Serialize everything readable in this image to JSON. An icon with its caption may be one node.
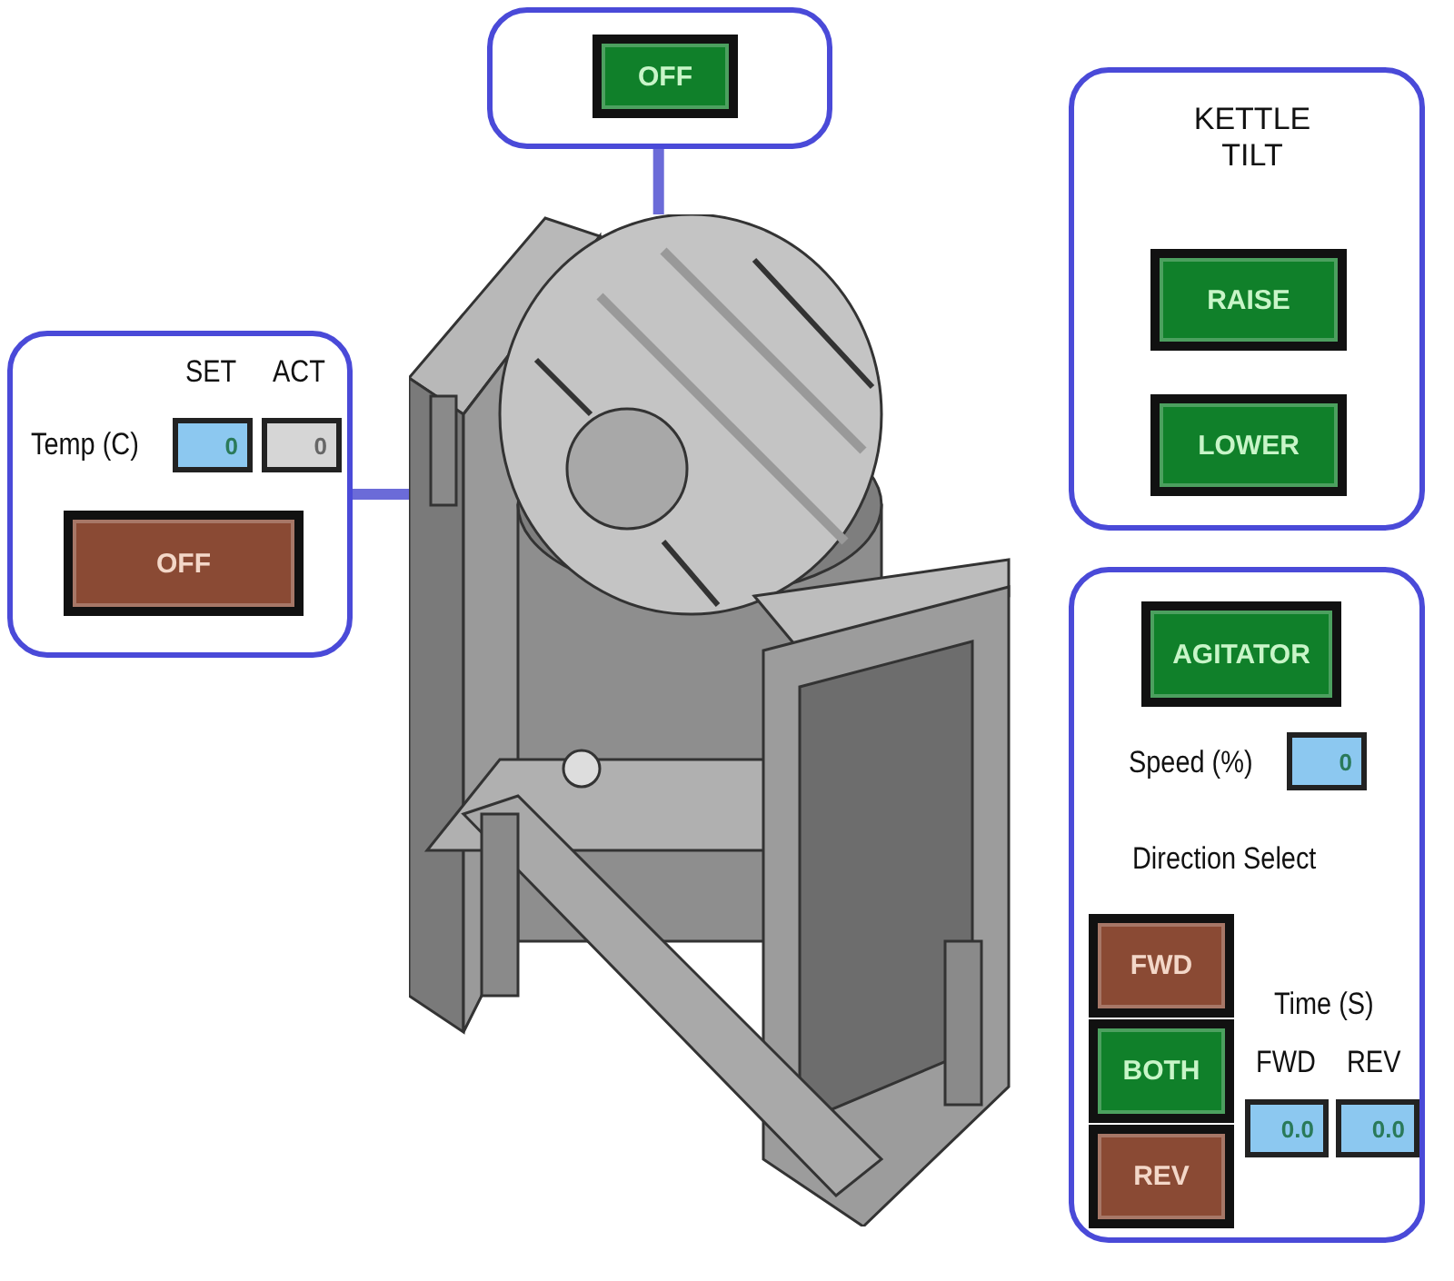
{
  "diagram": {
    "nodes": [
      {
        "text": [],
        "shape": "box"
      },
      {
        "text": [
          "OFF"
        ],
        "in": 0
      },
      {
        "text": [
          "SET",
          "ACT",
          "Temp (C)"
        ]
      },
      {
        "text": [
          "0"
        ],
        "in": 2
      },
      {
        "text": [
          "0"
        ],
        "in": 2
      },
      {
        "text": [
          "OFF"
        ],
        "in": 2
      },
      {
        "text": [
          "KETTLE TILT"
        ]
      },
      {
        "text": [
          "RAISE"
        ],
        "in": 6
      },
      {
        "text": [
          "LOWER"
        ],
        "in": 6
      },
      {
        "text": [
          "Speed (%)",
          "Direction Select",
          "Time (S)",
          "FWD",
          "REV"
        ]
      },
      {
        "text": [
          "AGITATOR"
        ],
        "in": 9
      },
      {
        "text": [
          "0"
        ],
        "in": 9
      },
      {
        "text": [
          "FWD"
        ],
        "in": 9
      },
      {
        "text": [
          "BOTH"
        ],
        "in": 9
      },
      {
        "text": [
          "REV"
        ],
        "in": 9
      },
      {
        "text": [
          "0.0"
        ],
        "in": 9
      },
      {
        "text": [
          "0.0"
        ],
        "in": 9
      },
      {
        "text": [],
        "shape": "picture"
      }
    ],
    "edges": [
      {
        "from": 0,
        "to": 17,
        "arrow": "none"
      },
      {
        "from": 2,
        "to": 17,
        "arrow": "none"
      }
    ]
  }
}
